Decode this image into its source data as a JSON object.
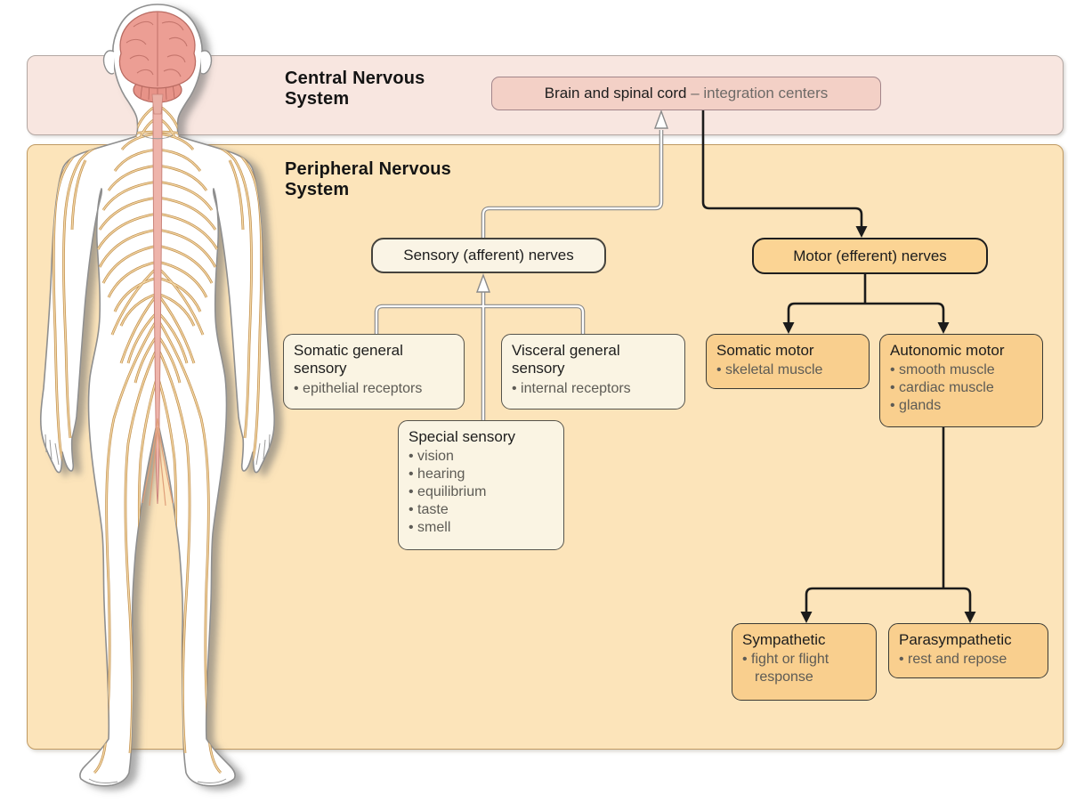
{
  "sections": {
    "cns": {
      "title": "Central Nervous System"
    },
    "pns": {
      "title": "Peripheral Nervous System"
    }
  },
  "nodes": {
    "brain": {
      "title": "Brain and spinal cord",
      "subtitle": "– integration centers"
    },
    "sensory_nerves": {
      "label": "Sensory (afferent) nerves"
    },
    "motor_nerves": {
      "label": "Motor (efferent) nerves"
    },
    "somatic_general_sensory": {
      "title": "Somatic general sensory",
      "bullets": [
        "epithelial receptors"
      ]
    },
    "visceral_general_sensory": {
      "title": "Visceral general sensory",
      "bullets": [
        "internal receptors"
      ]
    },
    "special_sensory": {
      "title": "Special sensory",
      "bullets": [
        "vision",
        "hearing",
        "equilibrium",
        "taste",
        "smell"
      ]
    },
    "somatic_motor": {
      "title": "Somatic motor",
      "bullets": [
        "skeletal muscle"
      ]
    },
    "autonomic_motor": {
      "title": "Autonomic motor",
      "bullets": [
        "smooth muscle",
        "cardiac muscle",
        "glands"
      ]
    },
    "sympathetic": {
      "title": "Sympathetic",
      "bullets": [
        "fight or flight response"
      ]
    },
    "parasympathetic": {
      "title": "Parasympathetic",
      "bullets": [
        "rest and repose"
      ]
    }
  },
  "colors": {
    "cns_band": "#f8e6e0",
    "pns_band": "#fce4ba",
    "brain_node_fill": "#f3d0c6",
    "sensory_node_fill": "#faf4e5",
    "motor_node_fill": "#fbd494",
    "sensory_line": "#8a8a8a",
    "motor_line": "#1b1b1b",
    "nerve": "#c3914f",
    "brain_fill": "#ec9e94",
    "spinal_cord_fill": "#eeb4ab"
  }
}
